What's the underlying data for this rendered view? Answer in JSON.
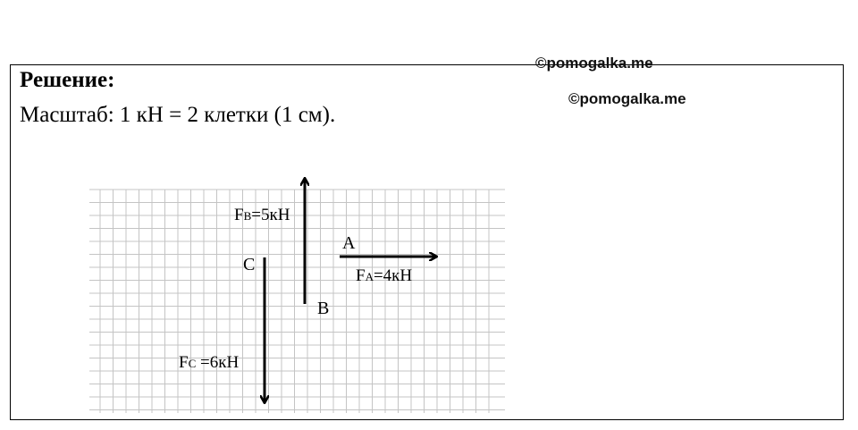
{
  "watermark": "©pomogalka.me",
  "solution": {
    "heading": "Решение:",
    "scale_text": "Масштаб: 1 кН = 2 клетки (1 см)."
  },
  "figure": {
    "forces": [
      {
        "name": "FB",
        "label_main": "F",
        "label_sub": "B",
        "label_value": "=5кН",
        "point": "B",
        "direction": "up",
        "magnitude_kN": 5
      },
      {
        "name": "FA",
        "label_main": "F",
        "label_sub": "A",
        "label_value": "=4кН",
        "point": "A",
        "direction": "right",
        "magnitude_kN": 4
      },
      {
        "name": "FC",
        "label_main": "F",
        "label_sub": "C",
        "label_value": " =6кН",
        "point": "C",
        "direction": "down",
        "magnitude_kN": 6
      }
    ],
    "point_labels": {
      "A": "A",
      "B": "B",
      "C": "C"
    }
  }
}
